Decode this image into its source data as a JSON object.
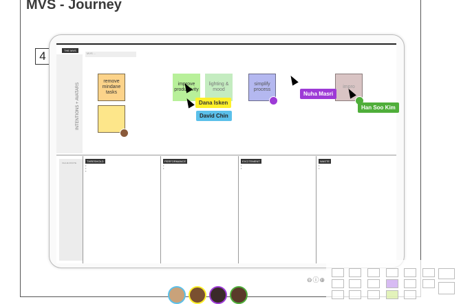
{
  "page": {
    "title": "MVS - Journey",
    "step_number": "4"
  },
  "board": {
    "header_tag": "THE MVS",
    "header_note": "MVS ...",
    "row_label": "INTENTIONS + AVATARS",
    "stickies": [
      {
        "text": "remove mindane tasks",
        "color": "#fcd38a"
      },
      {
        "text": "",
        "color": "#fde68a"
      },
      {
        "text": "improve productivity",
        "color": "#b8f09a"
      },
      {
        "text": "lighting & mood",
        "color": "#c4ecc0"
      },
      {
        "text": "simplify process",
        "color": "#b4b8f0"
      },
      {
        "text": "impro",
        "color": "#d9c4c4"
      }
    ],
    "bottom_label": "VALUE ROUTE",
    "columns": [
      {
        "label": "THRESHOLD"
      },
      {
        "label": "PERFORMANCE"
      },
      {
        "label": "EXCITEMENT"
      },
      {
        "label": "WASTE"
      }
    ]
  },
  "collaborators": [
    {
      "name": "Dana Isken",
      "color": "#fdf02a",
      "text_color": "#333333"
    },
    {
      "name": "David Chin",
      "color": "#5bc0ea",
      "text_color": "#222222"
    },
    {
      "name": "Nuha Masri",
      "color": "#9d3ad6",
      "text_color": "#ffffff"
    },
    {
      "name": "Han Soo Kim",
      "color": "#4fae3a",
      "text_color": "#ffffff"
    }
  ],
  "controls": {
    "icons": [
      "minus-circle-icon",
      "info-circle-icon",
      "plus-circle-icon"
    ],
    "glyphs": "⊖ⓘ⊕"
  }
}
